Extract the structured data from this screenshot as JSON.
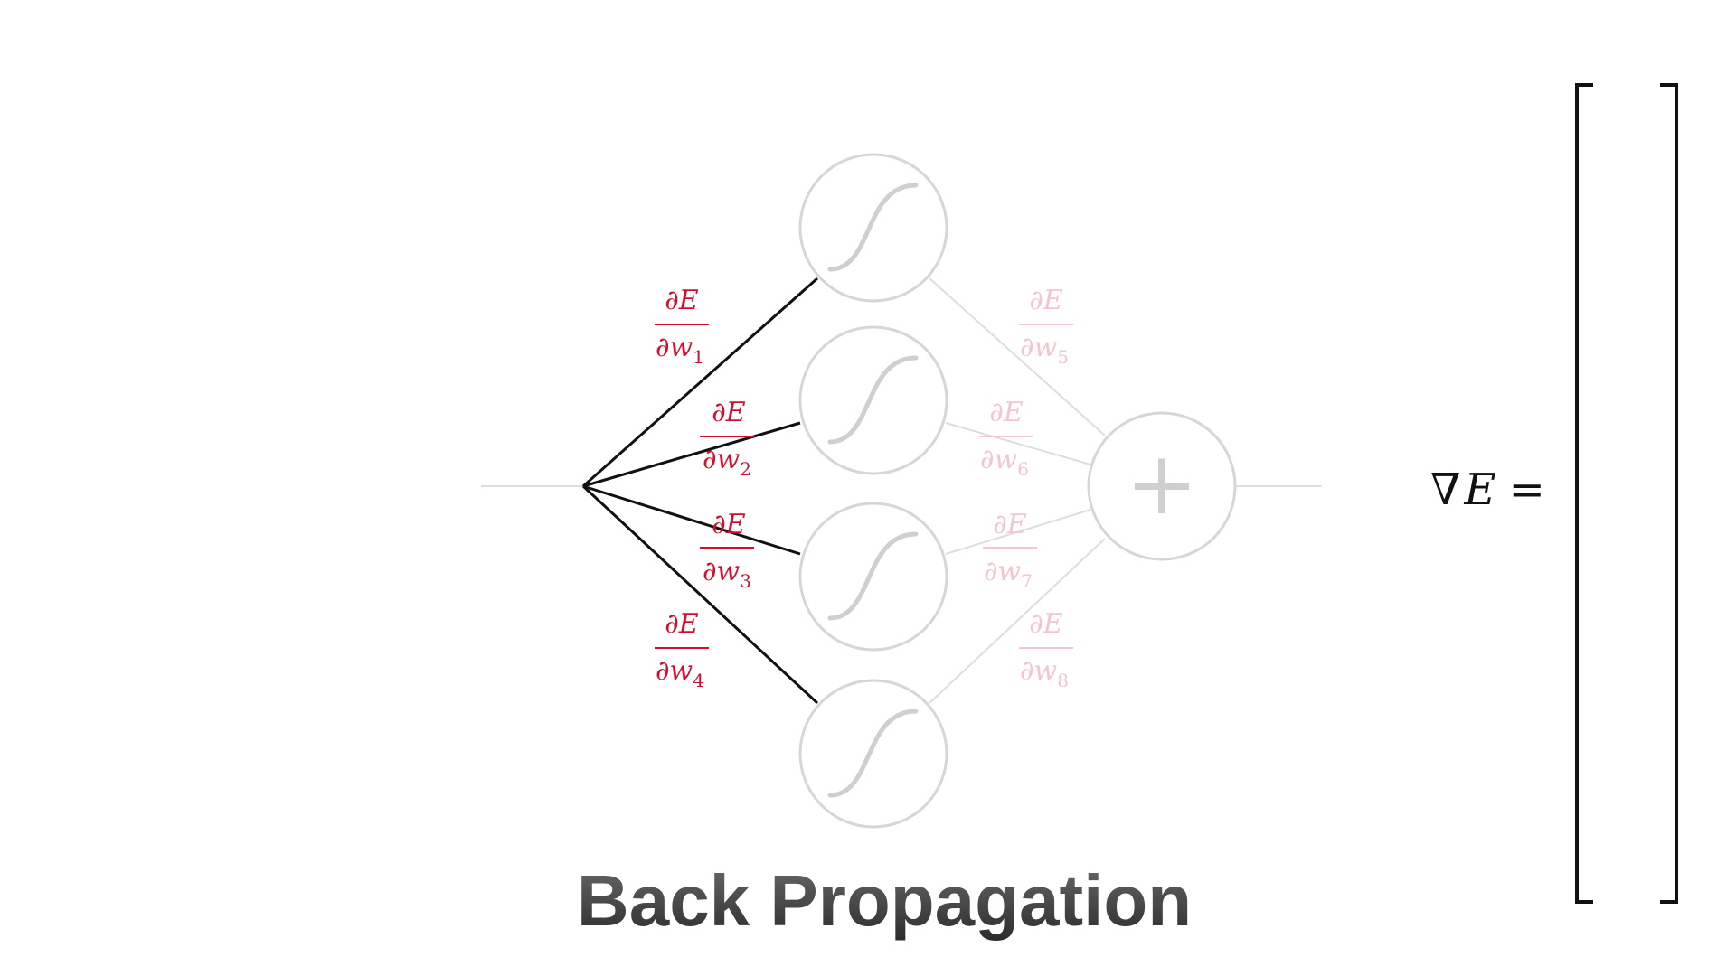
{
  "title": "Back Propagation",
  "gradient": {
    "nabla": "∇",
    "var": "E",
    "eq": "="
  },
  "input_weights": [
    {
      "num": "∂E",
      "den_base": "∂w",
      "den_sub": "1"
    },
    {
      "num": "∂E",
      "den_base": "∂w",
      "den_sub": "2"
    },
    {
      "num": "∂E",
      "den_base": "∂w",
      "den_sub": "3"
    },
    {
      "num": "∂E",
      "den_base": "∂w",
      "den_sub": "4"
    }
  ],
  "output_weights": [
    {
      "num": "∂E",
      "den_base": "∂w",
      "den_sub": "5"
    },
    {
      "num": "∂E",
      "den_base": "∂w",
      "den_sub": "6"
    },
    {
      "num": "∂E",
      "den_base": "∂w",
      "den_sub": "7"
    },
    {
      "num": "∂E",
      "den_base": "∂w",
      "den_sub": "8"
    }
  ],
  "sum_symbol": "+",
  "colors": {
    "active_label": "#d0102e",
    "faded_label": "#f2c6cc",
    "active_line": "#111111",
    "faded_line": "#dddddd",
    "node_stroke": "#d6d6d6",
    "sigmoid": "#cfcfcf",
    "title_gradient_start": "#5a5a5a",
    "title_gradient_end": "#2e2e2e"
  }
}
